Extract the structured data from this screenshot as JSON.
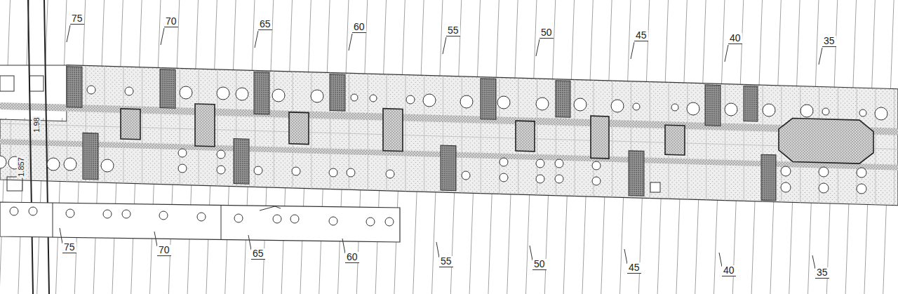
{
  "diagram": {
    "labels": [
      "75",
      "70",
      "65",
      "60",
      "55",
      "50",
      "45",
      "40",
      "35",
      "1.98",
      "1.857",
      "75",
      "70",
      "65",
      "60",
      "55",
      "50",
      "45",
      "40",
      "35"
    ]
  }
}
